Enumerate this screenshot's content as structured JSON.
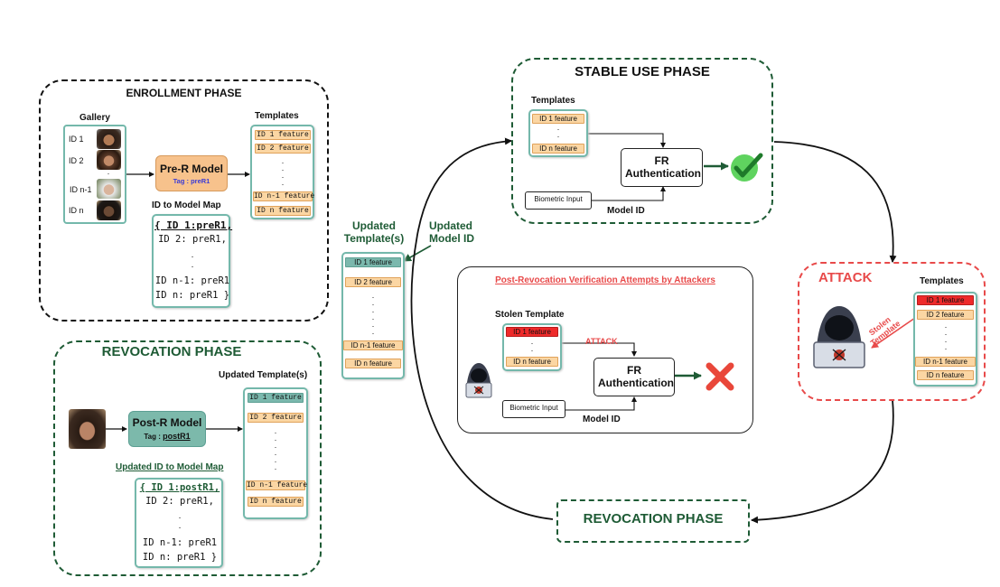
{
  "enrollment": {
    "title": "ENROLLMENT PHASE",
    "gallery_label": "Gallery",
    "gallery_ids": [
      "ID 1",
      "ID 2",
      "ID n-1",
      "ID n"
    ],
    "model_name": "Pre-R Model",
    "model_tag": "Tag : preR1",
    "templates_label": "Templates",
    "templates": [
      "ID 1 feature",
      "ID 2 feature",
      "ID n-1 feature",
      "ID n feature"
    ],
    "map_label": "ID to Model Map",
    "map_lines": [
      "{ ID 1:preR1,",
      "ID 2: preR1,",
      ".",
      ".",
      "ID n-1: preR1",
      "ID n: preR1 }"
    ]
  },
  "revocation": {
    "title": "REVOCATION PHASE",
    "model_name": "Post-R Model",
    "model_tag_prefix": "Tag : ",
    "model_tag_value": "postR1",
    "templates_label": "Updated Template(s)",
    "templates": [
      "ID 1 feature",
      "ID 2 feature",
      "ID n-1 feature",
      "ID n feature"
    ],
    "map_label": "Updated ID to Model Map",
    "map_lines": [
      "{ ID 1:postR1,",
      "ID 2: preR1,",
      ".",
      ".",
      "ID n-1: preR1",
      "ID n: preR1 }"
    ]
  },
  "middle": {
    "updated_templates_label": "Updated Template(s)",
    "updated_model_id_label": "Updated Model ID",
    "templates": [
      "ID 1 feature",
      "ID 2 feature",
      "ID n-1 feature",
      "ID n feature"
    ]
  },
  "stable": {
    "title": "STABLE USE PHASE",
    "templates_label": "Templates",
    "templates": [
      "ID 1 feature",
      "ID n feature"
    ],
    "fr_label": "FR Authentication",
    "biometric_label": "Biometric Input",
    "model_id_label": "Model ID",
    "result_icon": "check-icon"
  },
  "post_revocation": {
    "title": "Post-Revocation Verification Attempts by Attackers",
    "stolen_label": "Stolen Template",
    "templates": [
      "ID 1 feature",
      "ID n feature"
    ],
    "attack_label": "ATTACK",
    "fr_label": "FR Authentication",
    "biometric_label": "Biometric Input",
    "model_id_label": "Model ID",
    "result_icon": "cross-icon"
  },
  "attack": {
    "title": "ATTACK",
    "templates_label": "Templates",
    "stolen_label": "Stolen Template",
    "templates": [
      "ID 1 feature",
      "ID 2 feature",
      "ID n-1 feature",
      "ID n feature"
    ]
  },
  "revocation_bottom": {
    "title": "REVOCATION PHASE"
  },
  "colors": {
    "green": "#1e5b35",
    "red": "#e84a4a",
    "teal": "#7bb8ad",
    "orange_chip": "#fbd6a3",
    "attack_chip": "#ee2a2a",
    "check": "#3fbf3f",
    "cross": "#e9473a"
  }
}
